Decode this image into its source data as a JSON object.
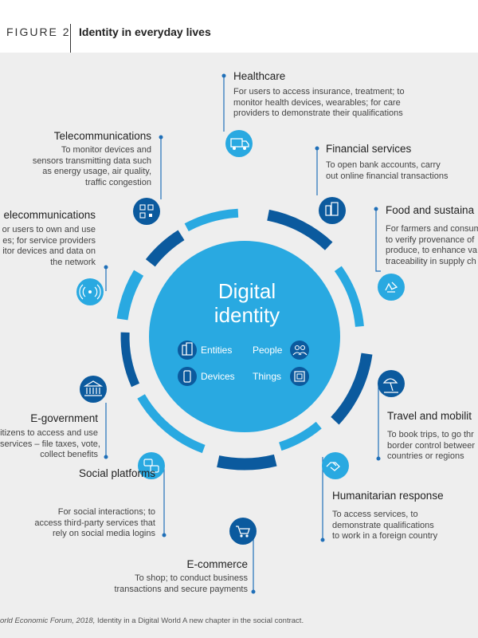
{
  "header": {
    "figure_label": "FIGURE 2",
    "title": "Identity in everyday lives"
  },
  "center": {
    "title_line1": "Digital",
    "title_line2": "identity",
    "items": [
      {
        "label": "Entities",
        "icon": "building-icon"
      },
      {
        "label": "People",
        "icon": "people-icon"
      },
      {
        "label": "Devices",
        "icon": "smartphone-icon"
      },
      {
        "label": "Things",
        "icon": "chip-icon"
      }
    ]
  },
  "sectors": [
    {
      "key": "healthcare",
      "title": "Healthcare",
      "icon": "ambulance-icon",
      "lines": [
        "For users to access insurance, treatment; to",
        "monitor health devices, wearables; for care",
        "providers to demonstrate their qualifications"
      ]
    },
    {
      "key": "financial",
      "title": "Financial services",
      "icon": "finance-icon",
      "lines": [
        "To open bank accounts, carry",
        "out online financial transactions"
      ]
    },
    {
      "key": "food",
      "title": "Food and sustaina",
      "icon": "recycle-icon",
      "lines": [
        "For farmers and consum",
        "to verify provenance of",
        "produce, to enhance va",
        "traceability in supply ch"
      ]
    },
    {
      "key": "travel",
      "title": "Travel and mobilit",
      "icon": "beach-icon",
      "lines": [
        "To book trips, to go thr",
        "border control betweer",
        "countries or regions"
      ]
    },
    {
      "key": "humanitarian",
      "title": "Humanitarian response",
      "icon": "handshake-icon",
      "lines": [
        "To access services, to",
        "demonstrate qualifications",
        "to work in a foreign country"
      ]
    },
    {
      "key": "ecommerce",
      "title": "E-commerce",
      "icon": "cart-icon",
      "lines": [
        "To shop; to conduct business",
        "transactions and secure payments"
      ]
    },
    {
      "key": "social",
      "title": "Social platforms",
      "icon": "social-icon",
      "lines": [
        "For social interactions; to",
        "access third-party services that",
        "rely on social media logins"
      ]
    },
    {
      "key": "egov",
      "title": "E-government",
      "icon": "government-icon",
      "lines": [
        "itizens to access and use",
        "services – file taxes, vote,",
        "collect benefits"
      ]
    },
    {
      "key": "telecom_left",
      "title": "elecommunications",
      "icon": "antenna-icon",
      "lines": [
        "or users to own and use",
        "es; for service providers",
        "itor devices and data on",
        "the network"
      ]
    },
    {
      "key": "telecom_top",
      "title": "Telecommunications",
      "icon": "qr-icon",
      "lines": [
        "To monitor devices and",
        "sensors transmitting data such",
        "as energy usage, air quality,",
        "traffic congestion"
      ]
    }
  ],
  "colors": {
    "light_blue": "#29a9e1",
    "dark_blue": "#0b5a9e",
    "panel_bg": "#eeeeee",
    "line_blue": "#1f6fb8"
  },
  "source": {
    "prefix": "orld Economic Forum, 2018,",
    "rest": " Identity in a Digital World A new chapter in the social contract."
  }
}
